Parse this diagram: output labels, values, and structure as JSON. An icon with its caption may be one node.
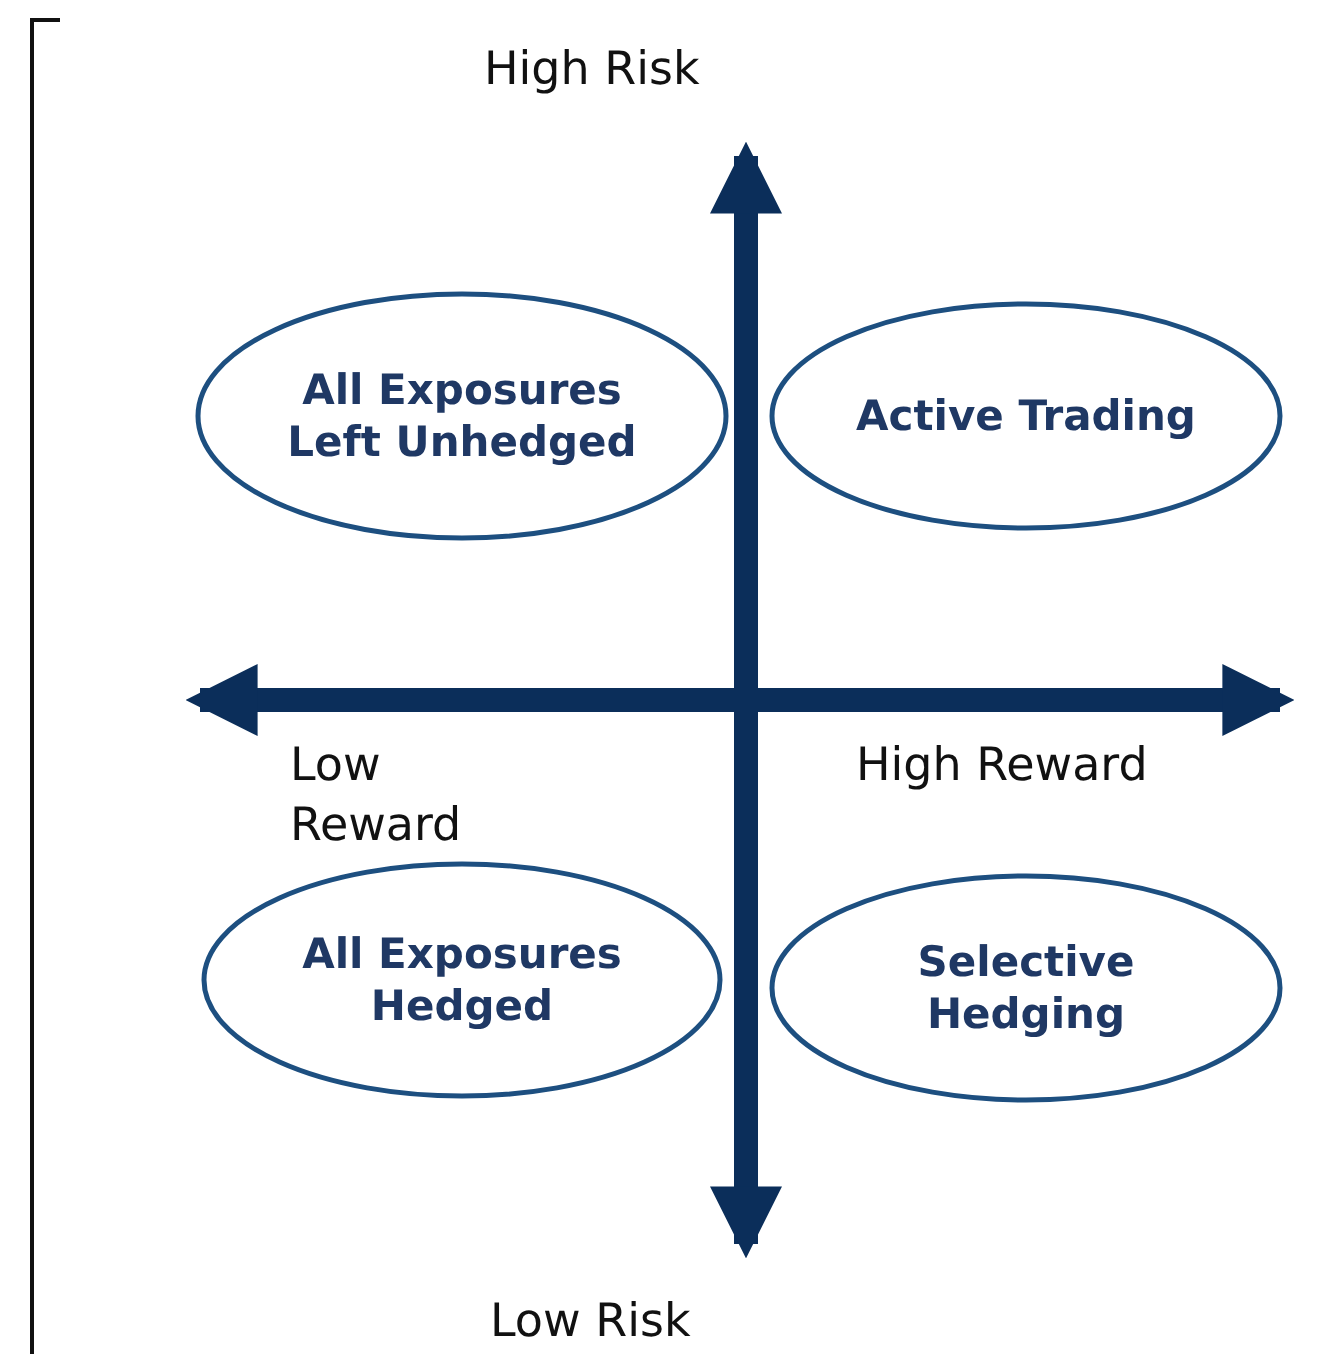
{
  "diagram": {
    "nodes": [
      {
        "text": [
          "All Exposures Left Unhedged"
        ]
      },
      {
        "text": [
          "Active Trading"
        ]
      },
      {
        "text": [
          "All Exposures Hedged"
        ]
      },
      {
        "text": [
          "Selective Hedging"
        ]
      }
    ],
    "labels": [
      "High Risk",
      "Low Reward",
      "High Reward",
      "Low Risk"
    ]
  }
}
